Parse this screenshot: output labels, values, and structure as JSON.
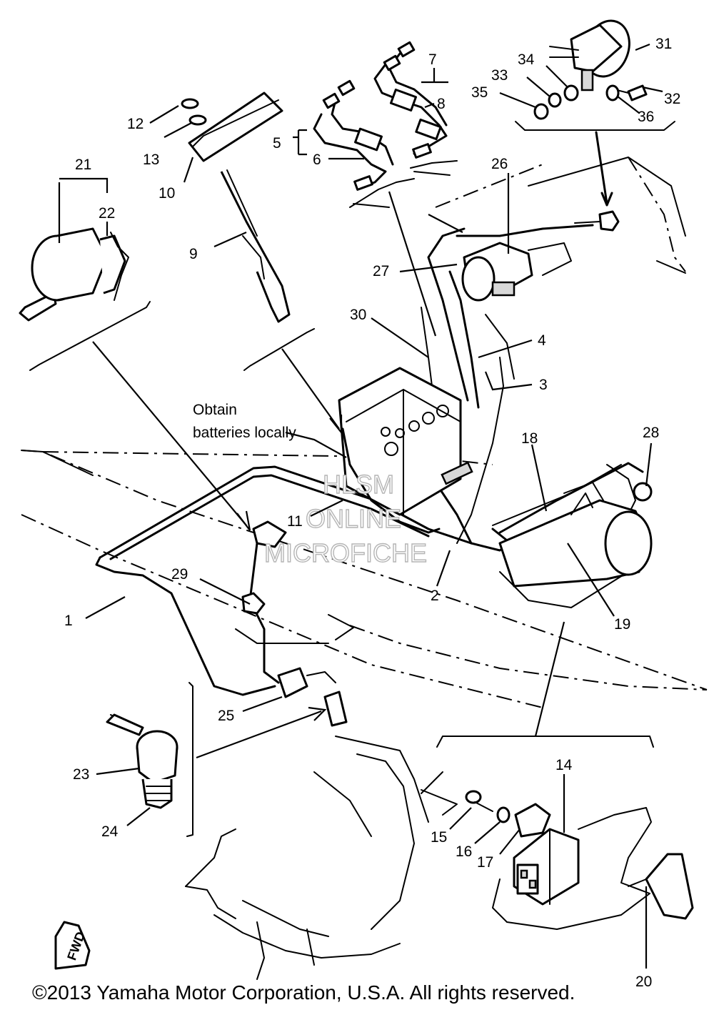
{
  "labels": {
    "l1": "1",
    "l2": "2",
    "l3": "3",
    "l4": "4",
    "l5": "5",
    "l6": "6",
    "l7": "7",
    "l8": "8",
    "l9": "9",
    "l10": "10",
    "l11": "11",
    "l12": "12",
    "l13": "13",
    "l14": "14",
    "l15": "15",
    "l16": "16",
    "l17": "17",
    "l18": "18",
    "l19": "19",
    "l20": "20",
    "l21": "21",
    "l22": "22",
    "l23": "23",
    "l24": "24",
    "l25": "25",
    "l26": "26",
    "l27": "27",
    "l28": "28",
    "l29": "29",
    "l30": "30",
    "l31": "31",
    "l32": "32",
    "l33": "33",
    "l34": "34",
    "l35": "35",
    "l36": "36"
  },
  "note": {
    "line1": "Obtain",
    "line2": "batteries locally"
  },
  "watermark": {
    "line1": "HLSM",
    "line2": "ONLINE",
    "line3": "MICROFICHE"
  },
  "fwd_mark": "FWD",
  "copyright": "©2013 Yamaha Motor Corporation, U.S.A. All rights reserved."
}
